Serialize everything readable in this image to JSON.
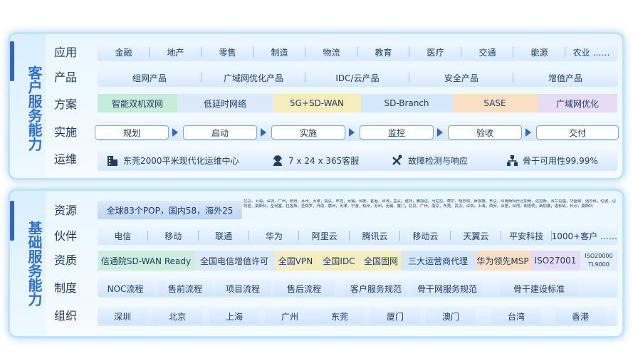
{
  "top": {
    "side_title": "客户服务能力",
    "rows": {
      "application": {
        "label": "应用",
        "items": [
          "金融",
          "地产",
          "零售",
          "制造",
          "物流",
          "教育",
          "医疗",
          "交通",
          "能源",
          "农业 ……"
        ]
      },
      "product": {
        "label": "产品",
        "items": [
          "组网产品",
          "广域网优化产品",
          "IDC/云产品",
          "安全产品",
          "增值产品"
        ]
      },
      "solution": {
        "label": "方案",
        "items": [
          "智能双机双网",
          "低延时网络",
          "5G+SD-WAN",
          "SD-Branch",
          "SASE",
          "广域网优化"
        ],
        "colors": [
          "#c5ecd9",
          "#dbe9fb",
          "#f5ecc0",
          "#d5e8fa",
          "#fadfc4",
          "#e7dcf6"
        ]
      },
      "implementation": {
        "label": "实施",
        "steps": [
          "规划",
          "启动",
          "实施",
          "监控",
          "验收",
          "交付"
        ]
      },
      "operations": {
        "label": "运维",
        "items": [
          {
            "icon": "building-icon",
            "text": "东莞2000平米现代化运维中心"
          },
          {
            "icon": "headset-icon",
            "text": "7 x 24 x 365客服"
          },
          {
            "icon": "tools-icon",
            "text": "故障检测与响应"
          },
          {
            "icon": "network-icon",
            "text": "骨干可用性99.99%"
          }
        ]
      }
    }
  },
  "bottom": {
    "side_title": "基础服务能力",
    "rows": {
      "resources": {
        "label": "资源",
        "pop": "全球83个POP，国内58，海外25",
        "cities": "北京，上海，深圳，广州，杭州，苏州，天津，南京，东莞，无锡，合肥，香港，台湾，孟买，迪拜，雅加达，马尼拉，首尔，胡志明，新加坡，东京，阿姆斯特丹芝加哥，达拉斯，法兰克福，华盛顿，洛杉矶，伦敦，迈阿密，莫斯科，圣何塞，拉各斯，圣保罗，济南，惠州，天津，宁波，杭州，苏州，无锡，厦门，北京，广州，南京，东莞，武汉，深圳，上海，西安，合肥，台湾，胡志明，新加坡，洛杉矶，长沙，莫斯科"
      },
      "partners": {
        "label": "伙伴",
        "items": [
          "电信",
          "移动",
          "联通",
          "华为",
          "阿里云",
          "腾讯云",
          "移动云",
          "天翼云",
          "平安科技",
          "1000+客户 ……"
        ]
      },
      "qualifications": {
        "label": "资质",
        "items": [
          "信通院SD-WAN Ready",
          "全国电信增值许可",
          "全国VPN",
          "全国IDC",
          "全国固网",
          "三大运营商代理",
          "华为领先MSP",
          "ISO27001"
        ],
        "iso_a": "ISO20000",
        "iso_b": "TL9000",
        "colors": [
          "#cdeede",
          "#dbe9fb",
          "#f5ecc0",
          "#f5ecc0",
          "#f5ecc0",
          "#d5e8fa",
          "#fadfc4",
          "#e7dcf6"
        ]
      },
      "system": {
        "label": "制度",
        "items": [
          "NOC流程",
          "售前流程",
          "项目流程",
          "售后流程",
          "客户服务规范",
          "骨干网服务规范",
          "骨干建设标准"
        ]
      },
      "organization": {
        "label": "组织",
        "items": [
          "深圳",
          "北京",
          "上海",
          "广州",
          "东莞",
          "厦门",
          "澳门",
          "台湾",
          "香港"
        ]
      }
    }
  }
}
